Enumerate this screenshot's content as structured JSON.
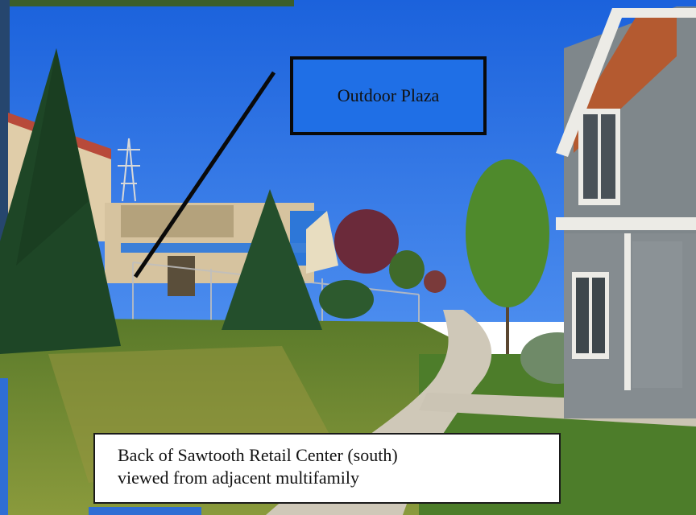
{
  "callouts": {
    "top_label": "Outdoor Plaza",
    "bottom_line1": "Back of Sawtooth Retail Center (south)",
    "bottom_line2": "viewed from adjacent multifamily"
  },
  "colors": {
    "sky": "#1f6fe6",
    "grass": "#6a8a2c",
    "sidewalk": "#c9c3b5",
    "house_siding": "#7d8488",
    "house_gable": "#b5582e",
    "tree": "#1f4a26"
  }
}
